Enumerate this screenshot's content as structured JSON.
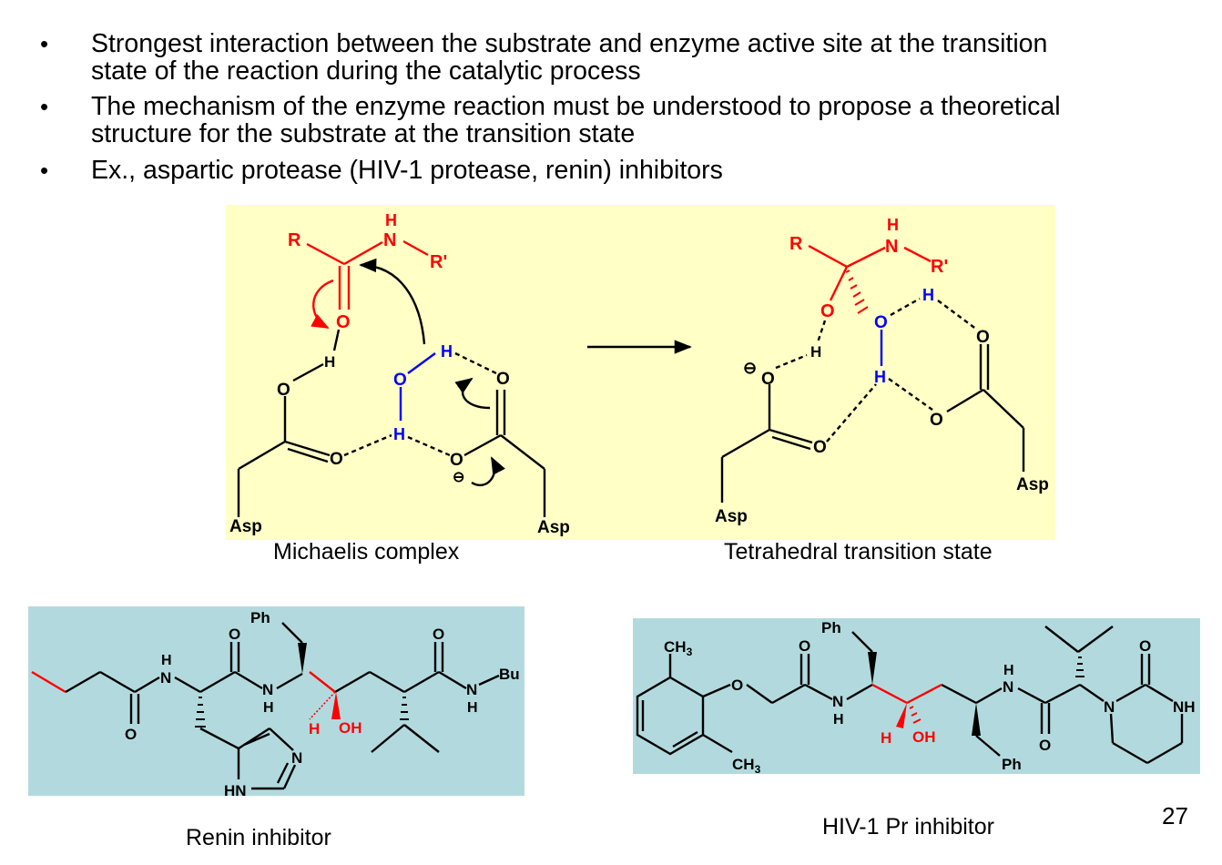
{
  "bullets": [
    {
      "line1": "Strongest interaction between the substrate and enzyme active site at the transition",
      "line2": "state of the reaction during the catalytic process"
    },
    {
      "line1": "The mechanism of the enzyme reaction must be understood to propose a theoretical",
      "line2": "structure for the substrate at the transition state"
    },
    {
      "line1": "Ex., aspartic protease (HIV-1 protease, renin) inhibitors",
      "line2": ""
    }
  ],
  "bullet_symbol": "•",
  "captions": {
    "michaelis": "Michaelis complex",
    "transition": "Tetrahedral transition state",
    "renin": "Renin inhibitor",
    "hiv": "HIV-1 Pr inhibitor"
  },
  "page_number": "27",
  "atoms": {
    "R": "R",
    "Rp": "R'",
    "N": "N",
    "H": "H",
    "O": "O",
    "Asp": "Asp",
    "minus": "⊖",
    "Ph": "Ph",
    "Bu": "Bu",
    "HN": "HN",
    "OH": "OH",
    "CH3": "CH",
    "sub3": "3",
    "NH": "NH"
  },
  "colors": {
    "substrate": "#ff0000",
    "water": "#0000ff",
    "panel_yellow": "#ffffc6",
    "panel_teal": "#b2dade"
  }
}
